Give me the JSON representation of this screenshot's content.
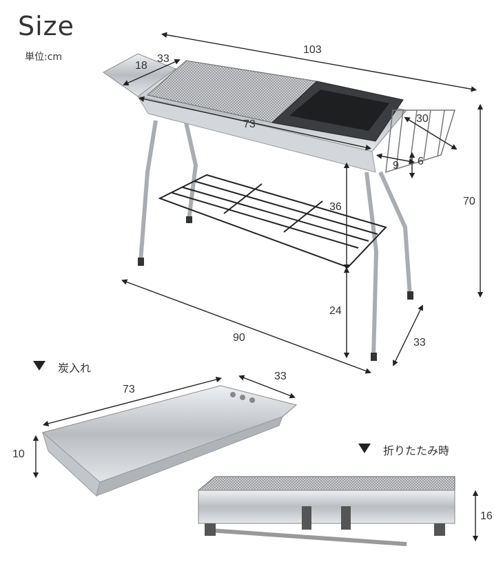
{
  "header": {
    "title": "Size",
    "unit": "単位:cm"
  },
  "dimensions": {
    "total_length": "103",
    "side_tray_w": "18",
    "side_tray_l": "33",
    "grill_length": "73",
    "rack_width": "30",
    "rack_depth": "9",
    "rack_height": "6",
    "total_height": "70",
    "upper_leg": "36",
    "lower_leg": "24",
    "leg_span": "90",
    "depth": "33"
  },
  "charcoal_tray": {
    "label": "炭入れ",
    "length": "73",
    "width": "33",
    "height": "10"
  },
  "folded": {
    "label": "折りたたみ時",
    "height": "16"
  },
  "colors": {
    "steel": "#c9ccd0",
    "dark": "#333333",
    "line": "#222222"
  }
}
